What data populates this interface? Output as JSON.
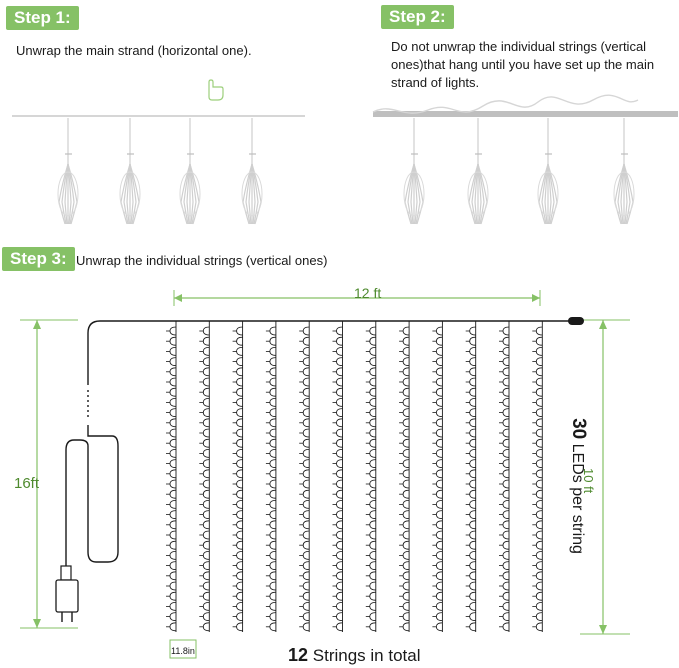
{
  "step1": {
    "badge": "Step 1:",
    "text": "Unwrap the main strand (horizontal one)."
  },
  "step2": {
    "badge": "Step 2:",
    "text_lines": [
      "Do not unwrap the individual strings (vertical",
      "ones)that hang until you have set up the main",
      "strand of lights."
    ]
  },
  "step3": {
    "badge": "Step 3:",
    "text": "Unwrap the individual strings (vertical ones)"
  },
  "dimensions": {
    "width": "12 ft",
    "height_total": "16ft",
    "height_strings": "10 ft",
    "spacing": "11.8in",
    "leds_count": "30",
    "leds_suffix": " LEDs per string",
    "strings_count": "12",
    "strings_suffix": " Strings in total"
  },
  "colors": {
    "accent": "#86c166",
    "dimension": "#4e8a2e",
    "wire": "#1a1a1a"
  }
}
